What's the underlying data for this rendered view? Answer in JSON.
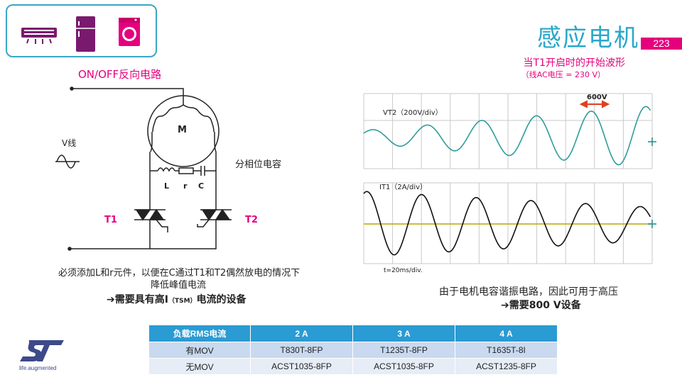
{
  "header": {
    "title": "感应电机",
    "page_number": "223",
    "subtitle": "当T1开启时的开始波形",
    "subtitle2": "（线AC电压 = 230 V）"
  },
  "appliances": {
    "icons": [
      "air-conditioner-icon",
      "refrigerator-icon",
      "washing-machine-icon"
    ]
  },
  "circuit": {
    "title": "ON/OFF反向电路",
    "motor_label": "M",
    "line_label": "V线",
    "capacitor_label": "分相位电容",
    "L_label": "L",
    "r_label": "r",
    "C_label": "C",
    "t1_label": "T1",
    "t2_label": "T2"
  },
  "notes": {
    "line1": "必须添加L和r元件，以便在C通过T1和T2偶然放电的情况下",
    "line2": "降低峰值电流",
    "line3_a": "➔需要具有高I",
    "line3_b": "（TSM）",
    "line3_c": "电流的设备"
  },
  "scope": {
    "vt2_label": "VT2（200V/div）",
    "it1_label": "IT1（2A/div）",
    "time_label": "t=20ms/div.",
    "annotation": "600V"
  },
  "right_notes": {
    "line1": "由于电机电容谐振电路，因此可用于高压",
    "line2": "➔需要800 V设备"
  },
  "table": {
    "headers": [
      "负载RMS电流",
      "2 A",
      "3 A",
      "4 A"
    ],
    "rows": [
      [
        "有MOV",
        "T830T-8FP",
        "T1235T-8FP",
        "T1635T-8I"
      ],
      [
        "无MOV",
        "ACST1035-8FP",
        "ACST1035-8FP",
        "ACST1235-8FP"
      ]
    ]
  },
  "logo": {
    "tagline": "life.augmented"
  },
  "colors": {
    "accent": "#e5007e",
    "title": "#2aa8c9",
    "trace": "#2e9c9c",
    "table_header": "#2a9bd3"
  }
}
